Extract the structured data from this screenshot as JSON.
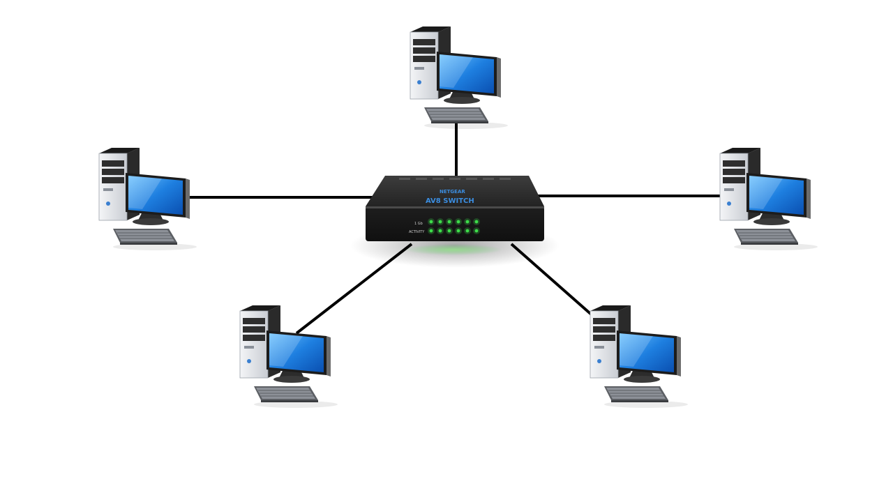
{
  "topology": "star",
  "hub": {
    "device": "network-switch",
    "brand_label": "NETGEAR",
    "model_label": "AV8 SWITCH",
    "speed_label": "1 Gb",
    "activity_label": "ACTIVITY",
    "led_color": "#3ddc4a",
    "led_rows": 2,
    "led_columns": 6
  },
  "nodes": [
    {
      "id": "computer-top"
    },
    {
      "id": "computer-left"
    },
    {
      "id": "computer-right"
    },
    {
      "id": "computer-bottom-left"
    },
    {
      "id": "computer-bottom-right"
    }
  ],
  "colors": {
    "cable": "#000000",
    "monitor_screen": "#1e7fe0",
    "tower": "#d9dde2",
    "switch_body": "#2b2b2b"
  }
}
